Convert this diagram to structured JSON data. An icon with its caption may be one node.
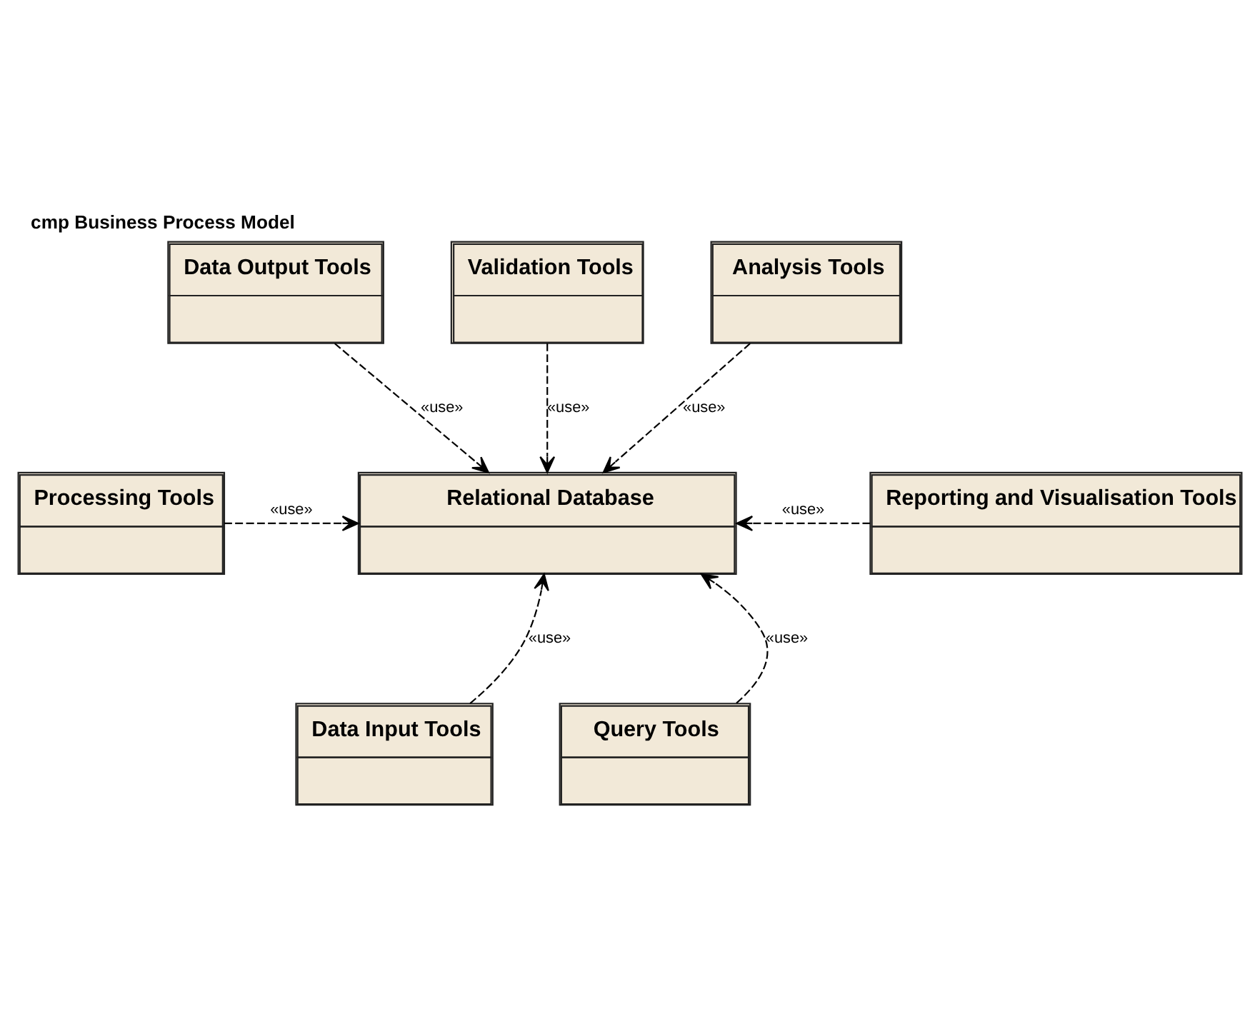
{
  "diagram": {
    "title": "cmp Business Process Model",
    "nodes": [
      {
        "text": [
          "Data Output Tools"
        ]
      },
      {
        "text": [
          "Validation Tools"
        ]
      },
      {
        "text": [
          "Analysis Tools"
        ]
      },
      {
        "text": [
          "Processing Tools"
        ]
      },
      {
        "text": [
          "Relational Database"
        ]
      },
      {
        "text": [
          "Reporting and Visualisation Tools"
        ]
      },
      {
        "text": [
          "Data Input Tools"
        ]
      },
      {
        "text": [
          "Query Tools"
        ]
      }
    ],
    "edges": [
      {
        "from": 0,
        "to": 4,
        "arrow": "to",
        "label": "«use»",
        "style": "dashed"
      },
      {
        "from": 1,
        "to": 4,
        "arrow": "to",
        "label": "«use»",
        "style": "dashed"
      },
      {
        "from": 2,
        "to": 4,
        "arrow": "to",
        "label": "«use»",
        "style": "dashed"
      },
      {
        "from": 3,
        "to": 4,
        "arrow": "to",
        "label": "«use»",
        "style": "dashed"
      },
      {
        "from": 5,
        "to": 4,
        "arrow": "to",
        "label": "«use»",
        "style": "dashed"
      },
      {
        "from": 6,
        "to": 4,
        "arrow": "to",
        "label": "«use»",
        "style": "dashed"
      },
      {
        "from": 7,
        "to": 4,
        "arrow": "to",
        "label": "«use»",
        "style": "dashed"
      }
    ]
  }
}
